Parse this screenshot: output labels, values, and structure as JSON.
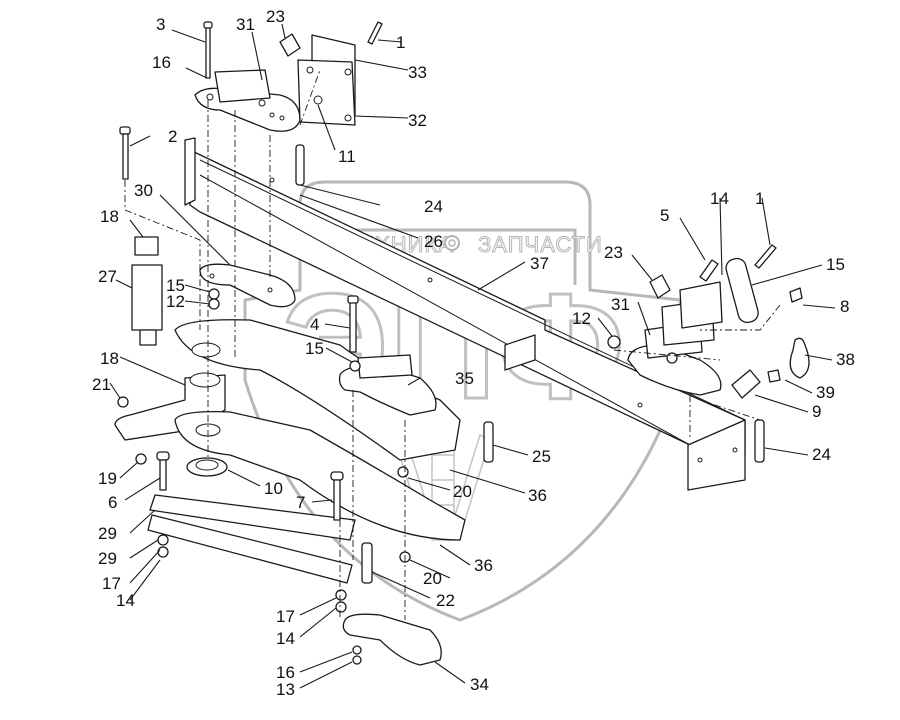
{
  "diagram": {
    "type": "exploded-parts-view",
    "watermark": {
      "text_left": "ТЕХНИКА",
      "text_right": "ЗАПЧАСТИ",
      "logo_letters": "ЭПФ",
      "gear_icon": "gear-icon"
    },
    "callouts": [
      {
        "id": "c3",
        "label": "3"
      },
      {
        "id": "c31a",
        "label": "31"
      },
      {
        "id": "c23a",
        "label": "23"
      },
      {
        "id": "c1a",
        "label": "1"
      },
      {
        "id": "c16a",
        "label": "16"
      },
      {
        "id": "c33",
        "label": "33"
      },
      {
        "id": "c32",
        "label": "32"
      },
      {
        "id": "c2",
        "label": "2"
      },
      {
        "id": "c11",
        "label": "11"
      },
      {
        "id": "c24a",
        "label": "24"
      },
      {
        "id": "c30",
        "label": "30"
      },
      {
        "id": "c26",
        "label": "26"
      },
      {
        "id": "c37",
        "label": "37"
      },
      {
        "id": "c18a",
        "label": "18"
      },
      {
        "id": "c27",
        "label": "27"
      },
      {
        "id": "c15a",
        "label": "15"
      },
      {
        "id": "c12a",
        "label": "12"
      },
      {
        "id": "c4",
        "label": "4"
      },
      {
        "id": "c15b",
        "label": "15"
      },
      {
        "id": "c35",
        "label": "35"
      },
      {
        "id": "c18b",
        "label": "18"
      },
      {
        "id": "c21",
        "label": "21"
      },
      {
        "id": "c19",
        "label": "19"
      },
      {
        "id": "c6",
        "label": "6"
      },
      {
        "id": "c10",
        "label": "10"
      },
      {
        "id": "c25",
        "label": "25"
      },
      {
        "id": "c20a",
        "label": "20"
      },
      {
        "id": "c36a",
        "label": "36"
      },
      {
        "id": "c7",
        "label": "7"
      },
      {
        "id": "c29a",
        "label": "29"
      },
      {
        "id": "c29b",
        "label": "29"
      },
      {
        "id": "c17a",
        "label": "17"
      },
      {
        "id": "c14a",
        "label": "14"
      },
      {
        "id": "c20b",
        "label": "20"
      },
      {
        "id": "c36b",
        "label": "36"
      },
      {
        "id": "c22",
        "label": "22"
      },
      {
        "id": "c17b",
        "label": "17"
      },
      {
        "id": "c14b",
        "label": "14"
      },
      {
        "id": "c16b",
        "label": "16"
      },
      {
        "id": "c13",
        "label": "13"
      },
      {
        "id": "c34",
        "label": "34"
      },
      {
        "id": "c5",
        "label": "5"
      },
      {
        "id": "c14c",
        "label": "14"
      },
      {
        "id": "c1b",
        "label": "1"
      },
      {
        "id": "c23b",
        "label": "23"
      },
      {
        "id": "c15c",
        "label": "15"
      },
      {
        "id": "c8",
        "label": "8"
      },
      {
        "id": "c31b",
        "label": "31"
      },
      {
        "id": "c12b",
        "label": "12"
      },
      {
        "id": "c38",
        "label": "38"
      },
      {
        "id": "c39",
        "label": "39"
      },
      {
        "id": "c9",
        "label": "9"
      },
      {
        "id": "c24b",
        "label": "24"
      }
    ]
  }
}
